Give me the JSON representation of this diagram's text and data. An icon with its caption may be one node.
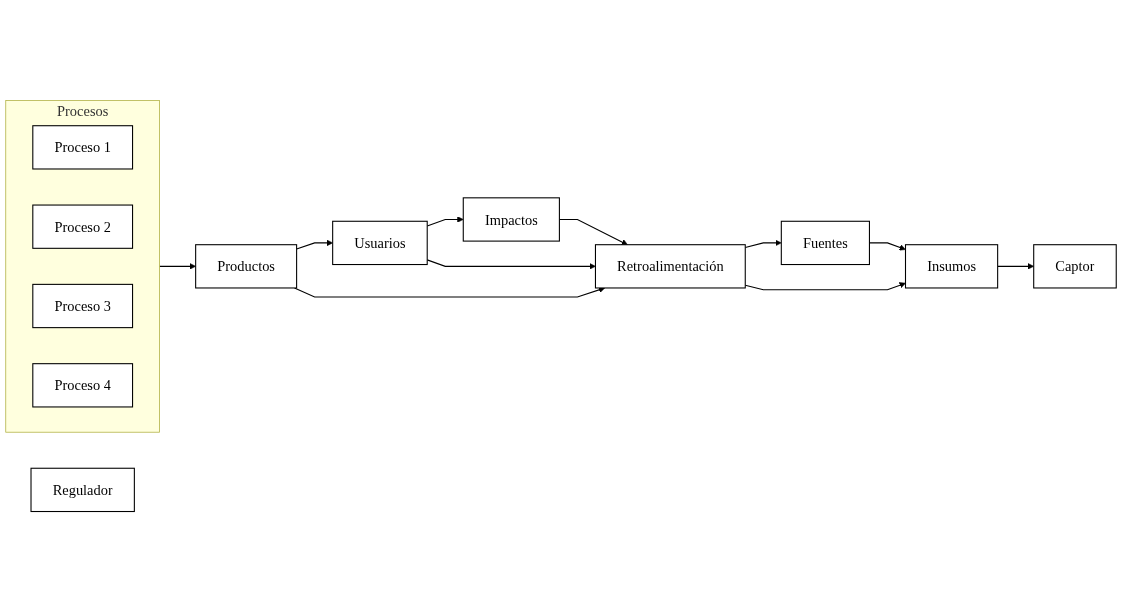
{
  "diagram": {
    "nodes": [
      {
        "text": [
          "Fuentes"
        ]
      },
      {
        "text": [
          "Insumos"
        ]
      },
      {
        "text": [
          "Captor"
        ]
      },
      {
        "text": [
          "Procesos"
        ]
      },
      {
        "text": [
          "Regulador"
        ]
      },
      {
        "text": [
          "Proceso 1"
        ],
        "in": 3
      },
      {
        "text": [
          "Proceso 2"
        ],
        "in": 3
      },
      {
        "text": [
          "Proceso 3"
        ],
        "in": 3
      },
      {
        "text": [
          "Proceso 4"
        ],
        "in": 3
      },
      {
        "text": [
          "Impactos"
        ]
      },
      {
        "text": [
          "Usuarios"
        ]
      },
      {
        "text": [
          "Productos"
        ]
      },
      {
        "text": [
          "Retroalimentación"
        ]
      }
    ],
    "edges": [
      {
        "from": 0,
        "to": 1,
        "arrow": "to"
      },
      {
        "from": 1,
        "to": 2,
        "arrow": "to"
      },
      {
        "from": 3,
        "to": 11,
        "arrow": "to"
      },
      {
        "from": 11,
        "to": 10,
        "arrow": "to"
      },
      {
        "from": 10,
        "to": 9,
        "arrow": "to"
      },
      {
        "from": 9,
        "to": 12,
        "arrow": "to"
      },
      {
        "from": 10,
        "to": 12,
        "arrow": "to"
      },
      {
        "from": 11,
        "to": 12,
        "arrow": "to"
      },
      {
        "from": 12,
        "to": 0,
        "arrow": "to"
      },
      {
        "from": 12,
        "to": 1,
        "arrow": "to"
      }
    ]
  }
}
